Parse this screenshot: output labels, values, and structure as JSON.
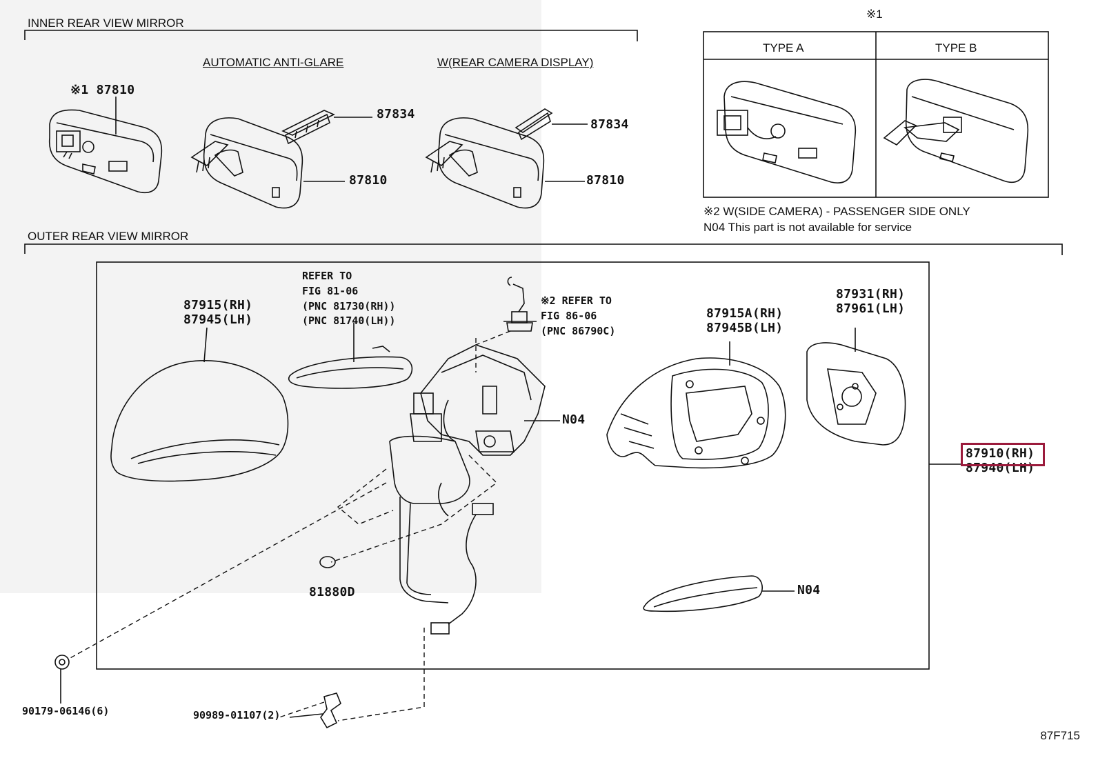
{
  "sections": {
    "inner": "INNER REAR VIEW MIRROR",
    "outer": "OUTER REAR VIEW MIRROR"
  },
  "inner": {
    "variant_antiglare": "AUTOMATIC ANTI-GLARE",
    "variant_camera": "W(REAR CAMERA DISPLAY)",
    "basic_mirror": "※1 87810",
    "antiglare_cover": "87834",
    "antiglare_mirror": "87810",
    "camera_cover": "87834",
    "camera_mirror": "87810"
  },
  "types": {
    "note_mark": "※1",
    "type_a": "TYPE  A",
    "type_b": "TYPE  B"
  },
  "notes": {
    "side_camera": "※2 W(SIDE CAMERA) - PASSENGER SIDE ONLY",
    "not_available": "N04 This part is not available for service"
  },
  "outer": {
    "cover": [
      "87915(RH)",
      "87945(LH)"
    ],
    "turn_ref": [
      "REFER TO",
      "FIG 81-06",
      "(PNC 81730(RH))",
      "(PNC 81740(LH))"
    ],
    "camera_ref": [
      "※2 REFER TO",
      "FIG 86-06",
      "(PNC 86790C)"
    ],
    "body_n04": "N04",
    "housing": [
      "87915A(RH)",
      "87945B(LH)"
    ],
    "glass": [
      "87931(RH)",
      "87961(LH)"
    ],
    "assembly": [
      "87910(RH)",
      "87940(LH)"
    ],
    "plug": "81880D",
    "lamp_n04": "N04",
    "nut": "90179-06146(6)",
    "clip": "90989-01107(2)"
  },
  "figure_id": "87F715",
  "colors": {
    "highlight": "#9b1b3c",
    "line": "#111111"
  }
}
